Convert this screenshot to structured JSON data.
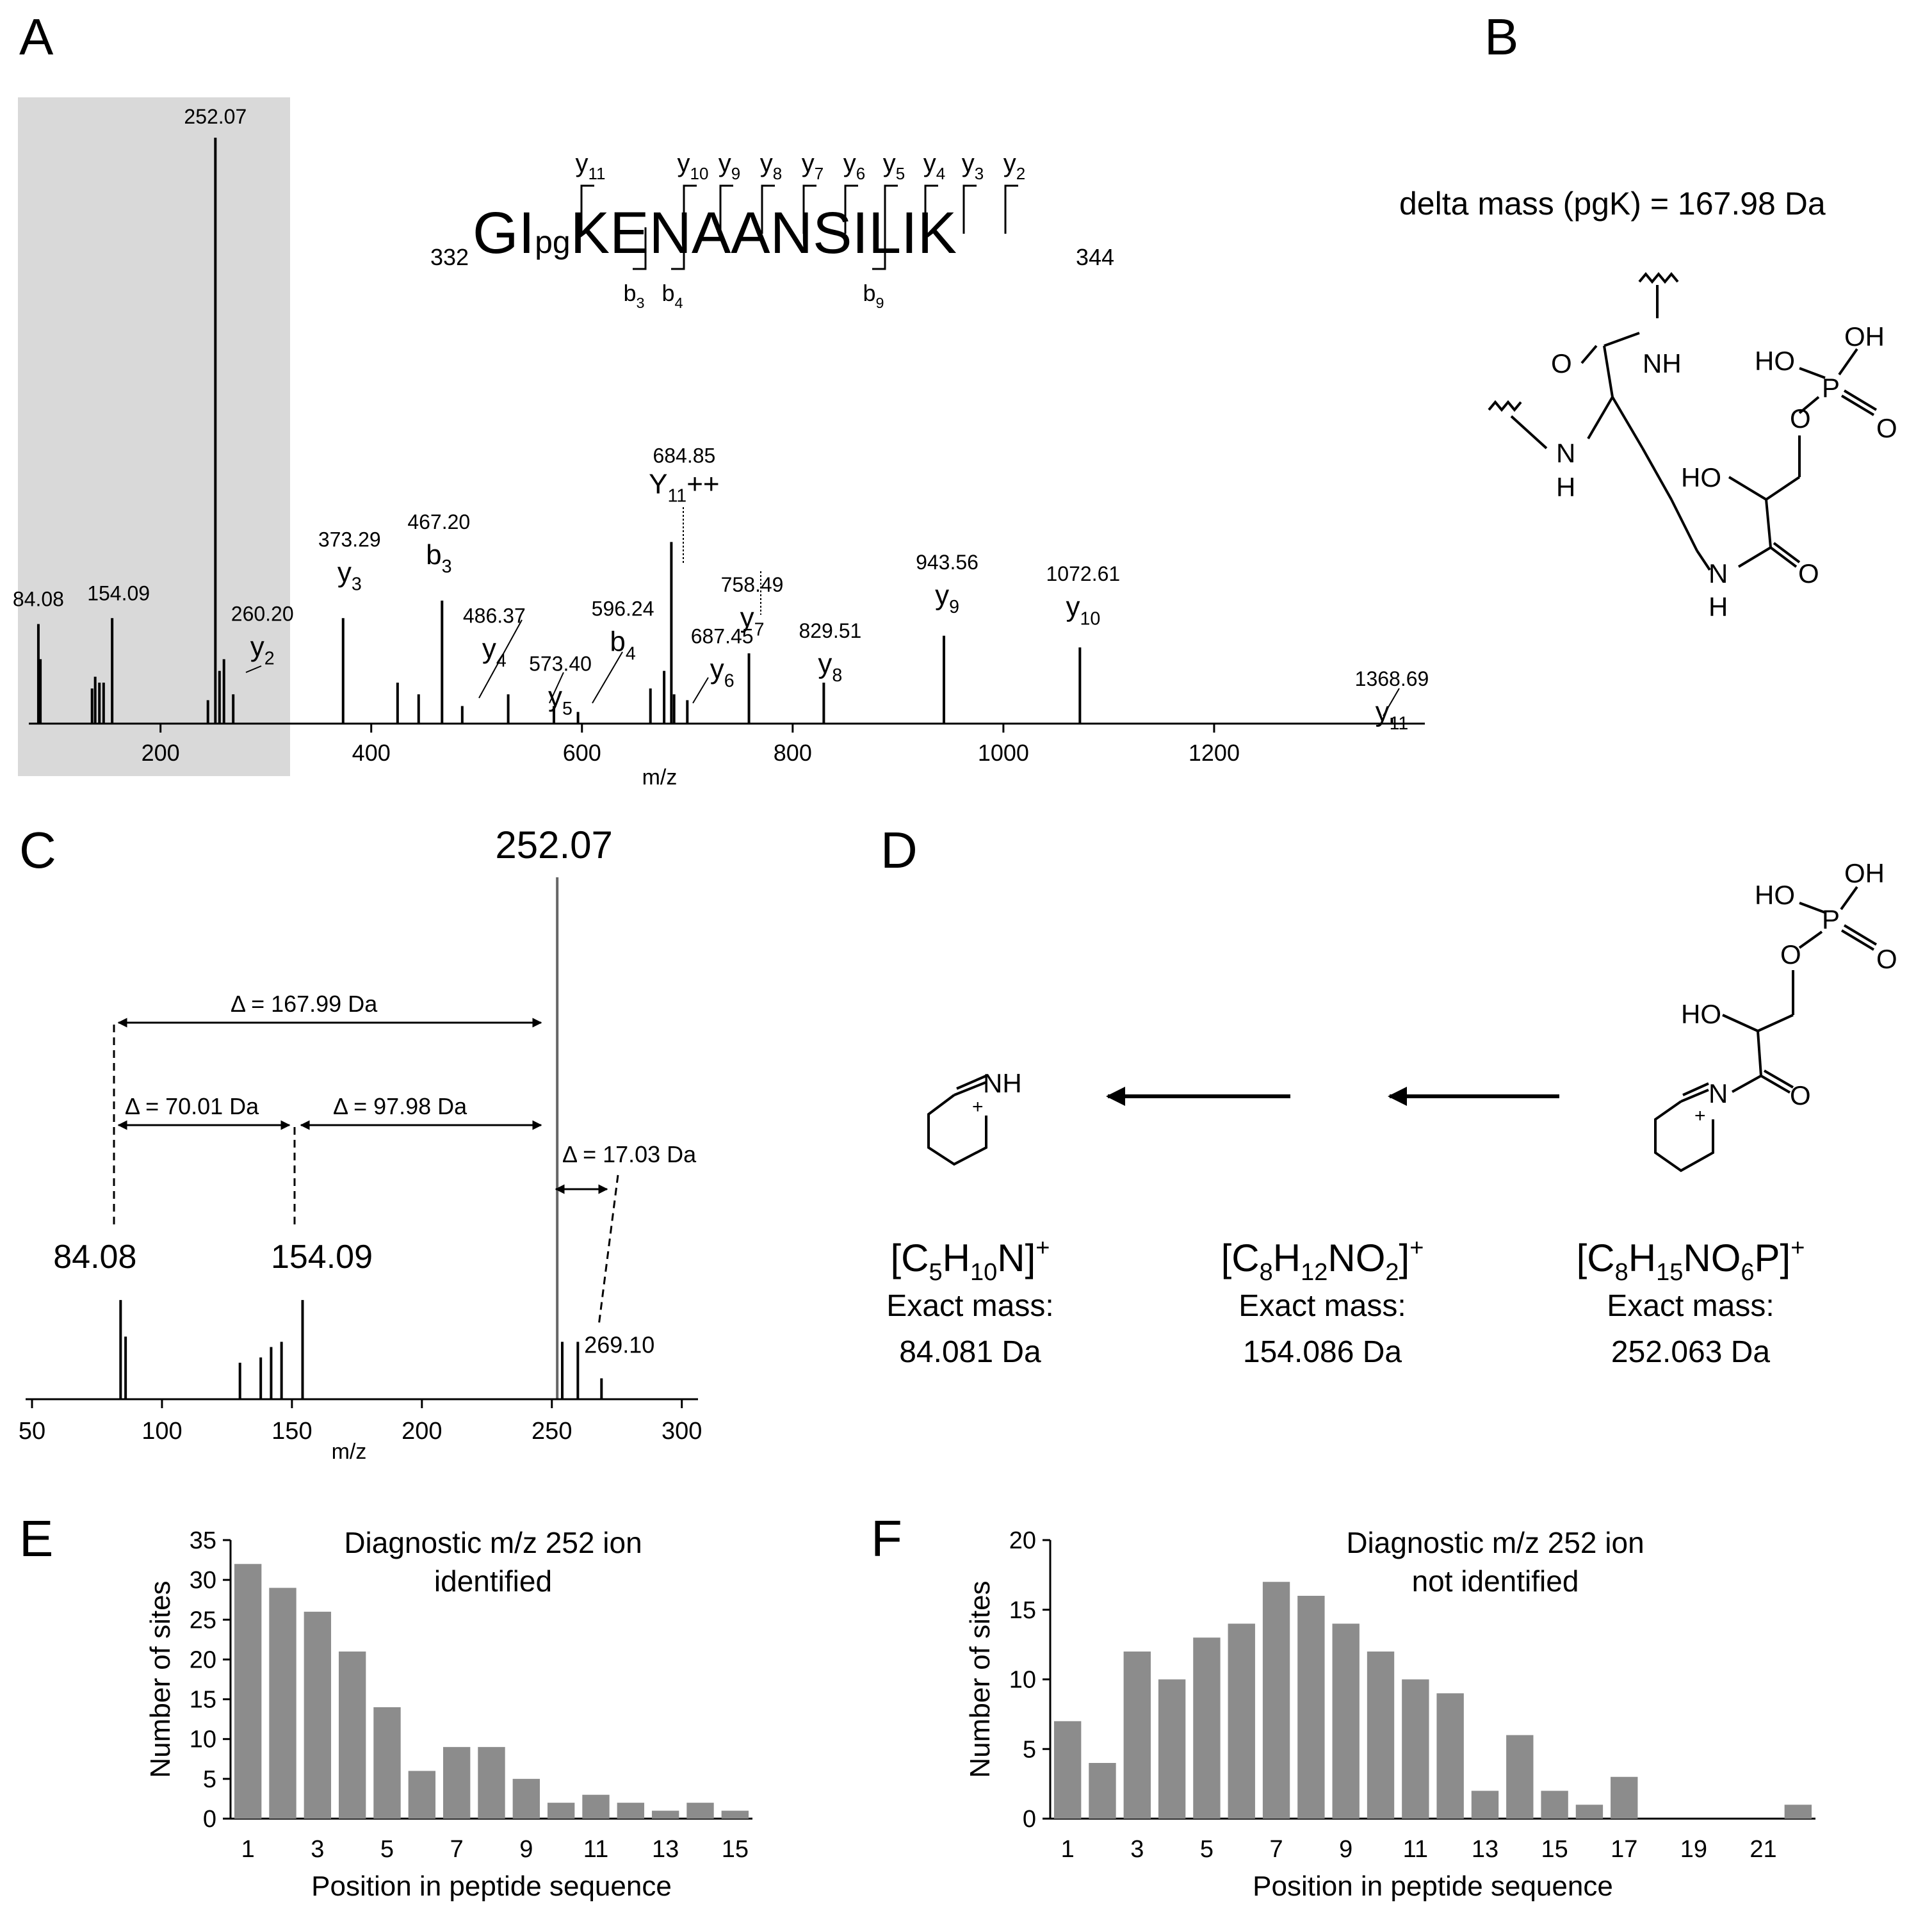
{
  "panels": {
    "A": "A",
    "B": "B",
    "C": "C",
    "D": "D",
    "E": "E",
    "F": "F"
  },
  "colors": {
    "bar": "#8c8c8c",
    "highlight": "#d9d9d9",
    "ink": "#000000"
  },
  "panelA": {
    "xlabel": "m/z",
    "peptide": {
      "start": "332",
      "end": "344",
      "seq_before": "GI",
      "mod": "pg",
      "seq_after": "KENAANSILIK",
      "y_ions": [
        {
          "b": "y",
          "s": "11"
        },
        {
          "b": "y",
          "s": "10"
        },
        {
          "b": "y",
          "s": "9"
        },
        {
          "b": "y",
          "s": "8"
        },
        {
          "b": "y",
          "s": "7"
        },
        {
          "b": "y",
          "s": "6"
        },
        {
          "b": "y",
          "s": "5"
        },
        {
          "b": "y",
          "s": "4"
        },
        {
          "b": "y",
          "s": "3"
        },
        {
          "b": "y",
          "s": "2"
        }
      ],
      "b_ions": [
        {
          "b": "b",
          "s": "3"
        },
        {
          "b": "b",
          "s": "4"
        },
        {
          "b": "b",
          "s": "9"
        }
      ]
    }
  },
  "panelB": {
    "delta_text": "delta mass (pgK) = 167.98 Da"
  },
  "panelC": {
    "xlabel": "m/z",
    "deltas": [
      "Δ = 167.99 Da",
      "Δ = 70.01 Da",
      "Δ = 97.98 Da",
      "Δ = 17.03 Da"
    ]
  },
  "panelD": {
    "ions": [
      {
        "formula": [
          {
            "t": "[C"
          },
          {
            "t": "5",
            "sub": true
          },
          {
            "t": "H"
          },
          {
            "t": "10",
            "sub": true
          },
          {
            "t": "N]"
          },
          {
            "t": "+",
            "sup": true
          }
        ],
        "label": "Exact mass:",
        "mass": "84.081 Da"
      },
      {
        "formula": [
          {
            "t": "[C"
          },
          {
            "t": "8",
            "sub": true
          },
          {
            "t": "H"
          },
          {
            "t": "12",
            "sub": true
          },
          {
            "t": "NO"
          },
          {
            "t": "2",
            "sub": true
          },
          {
            "t": "]"
          },
          {
            "t": "+",
            "sup": true
          }
        ],
        "label": "Exact mass:",
        "mass": "154.086 Da"
      },
      {
        "formula": [
          {
            "t": "[C"
          },
          {
            "t": "8",
            "sub": true
          },
          {
            "t": "H"
          },
          {
            "t": "15",
            "sub": true
          },
          {
            "t": "NO"
          },
          {
            "t": "6",
            "sub": true
          },
          {
            "t": "P]"
          },
          {
            "t": "+",
            "sup": true
          }
        ],
        "label": "Exact mass:",
        "mass": "252.063 Da"
      }
    ]
  },
  "chart_data": [
    {
      "id": "A",
      "type": "bar",
      "subtype": "mass_spectrum",
      "xlabel": "m/z",
      "ylabel": "",
      "xlim": [
        75,
        1400
      ],
      "ylim": [
        0,
        100
      ],
      "xticks": [
        200,
        400,
        600,
        800,
        1000,
        1200
      ],
      "highlight_range": [
        75,
        300
      ],
      "peaks": [
        {
          "mz": 84.08,
          "intensity": 17,
          "label": "84.08"
        },
        {
          "mz": 86,
          "intensity": 11
        },
        {
          "mz": 135,
          "intensity": 6
        },
        {
          "mz": 138,
          "intensity": 8
        },
        {
          "mz": 142,
          "intensity": 7
        },
        {
          "mz": 146,
          "intensity": 7
        },
        {
          "mz": 154.09,
          "intensity": 18,
          "label": "154.09"
        },
        {
          "mz": 245,
          "intensity": 4
        },
        {
          "mz": 252.07,
          "intensity": 100,
          "label": "252.07"
        },
        {
          "mz": 256,
          "intensity": 9
        },
        {
          "mz": 260.2,
          "intensity": 11,
          "label": "260.20",
          "ion": {
            "b": "y",
            "s": "2"
          }
        },
        {
          "mz": 269,
          "intensity": 5
        },
        {
          "mz": 373.29,
          "intensity": 18,
          "label": "373.29",
          "ion": {
            "b": "y",
            "s": "3"
          }
        },
        {
          "mz": 425,
          "intensity": 7
        },
        {
          "mz": 445,
          "intensity": 5
        },
        {
          "mz": 467.2,
          "intensity": 21,
          "label": "467.20",
          "ion": {
            "b": "b",
            "s": "3"
          }
        },
        {
          "mz": 486.37,
          "intensity": 3,
          "label": "486.37",
          "ion": {
            "b": "y",
            "s": "4"
          }
        },
        {
          "mz": 530,
          "intensity": 5
        },
        {
          "mz": 573.4,
          "intensity": 3,
          "label": "573.40",
          "ion": {
            "b": "y",
            "s": "5"
          }
        },
        {
          "mz": 596.24,
          "intensity": 2,
          "label": "596.24",
          "ion": {
            "b": "b",
            "s": "4"
          }
        },
        {
          "mz": 665,
          "intensity": 6
        },
        {
          "mz": 678,
          "intensity": 9
        },
        {
          "mz": 684.85,
          "intensity": 31,
          "label": "684.85",
          "ion": {
            "b": "Y",
            "s": "11",
            "suffix": "++"
          }
        },
        {
          "mz": 687.45,
          "intensity": 5,
          "label": "687.45",
          "ion": {
            "b": "y",
            "s": "6"
          }
        },
        {
          "mz": 700,
          "intensity": 4
        },
        {
          "mz": 758.49,
          "intensity": 12,
          "label": "758.49",
          "ion": {
            "b": "y",
            "s": "7"
          }
        },
        {
          "mz": 829.51,
          "intensity": 7,
          "label": "829.51",
          "ion": {
            "b": "y",
            "s": "8"
          }
        },
        {
          "mz": 943.56,
          "intensity": 15,
          "label": "943.56",
          "ion": {
            "b": "y",
            "s": "9"
          }
        },
        {
          "mz": 1072.61,
          "intensity": 13,
          "label": "1072.61",
          "ion": {
            "b": "y",
            "s": "10"
          }
        },
        {
          "mz": 1368.69,
          "intensity": 1,
          "label": "1368.69",
          "ion": {
            "b": "y",
            "s": "11"
          }
        }
      ]
    },
    {
      "id": "C",
      "type": "bar",
      "subtype": "mass_spectrum",
      "xlabel": "m/z",
      "ylabel": "",
      "xlim": [
        50,
        305
      ],
      "ylim": [
        0,
        100
      ],
      "xticks": [
        50,
        100,
        150,
        200,
        250,
        300
      ],
      "peaks": [
        {
          "mz": 84.08,
          "intensity": 19,
          "label": "84.08"
        },
        {
          "mz": 86,
          "intensity": 12
        },
        {
          "mz": 130,
          "intensity": 7
        },
        {
          "mz": 138,
          "intensity": 8
        },
        {
          "mz": 142,
          "intensity": 10
        },
        {
          "mz": 146,
          "intensity": 11
        },
        {
          "mz": 154.09,
          "intensity": 19,
          "label": "154.09"
        },
        {
          "mz": 252.07,
          "intensity": 100,
          "label": "252.07"
        },
        {
          "mz": 254,
          "intensity": 11
        },
        {
          "mz": 260,
          "intensity": 11
        },
        {
          "mz": 269.1,
          "intensity": 4,
          "label": "269.10"
        }
      ]
    },
    {
      "id": "E",
      "type": "bar",
      "title": "Diagnostic m/z 252 ion identified",
      "xlabel": "Position in peptide sequence",
      "ylabel": "Number of  sites",
      "ylim": [
        0,
        35
      ],
      "yticks": [
        0,
        5,
        10,
        15,
        20,
        25,
        30,
        35
      ],
      "categories": [
        1,
        2,
        3,
        4,
        5,
        6,
        7,
        8,
        9,
        10,
        11,
        12,
        13,
        14,
        15
      ],
      "xtick_labels": [
        "1",
        "3",
        "5",
        "7",
        "9",
        "11",
        "13",
        "15"
      ],
      "values": [
        32,
        29,
        26,
        21,
        14,
        6,
        9,
        9,
        5,
        2,
        3,
        2,
        1,
        2,
        1
      ]
    },
    {
      "id": "F",
      "type": "bar",
      "title": "Diagnostic m/z 252 ion not identified",
      "xlabel": "Position in peptide sequence",
      "ylabel": "Number of  sites",
      "ylim": [
        0,
        20
      ],
      "yticks": [
        0,
        5,
        10,
        15,
        20
      ],
      "categories": [
        1,
        2,
        3,
        4,
        5,
        6,
        7,
        8,
        9,
        10,
        11,
        12,
        13,
        14,
        15,
        16,
        17,
        18,
        19,
        20,
        21,
        22
      ],
      "xtick_labels": [
        "1",
        "3",
        "5",
        "7",
        "9",
        "11",
        "13",
        "15",
        "17",
        "19",
        "21"
      ],
      "values": [
        7,
        4,
        12,
        10,
        13,
        14,
        17,
        16,
        14,
        12,
        10,
        9,
        2,
        6,
        2,
        1,
        3,
        0,
        0,
        0,
        0,
        1
      ]
    }
  ]
}
